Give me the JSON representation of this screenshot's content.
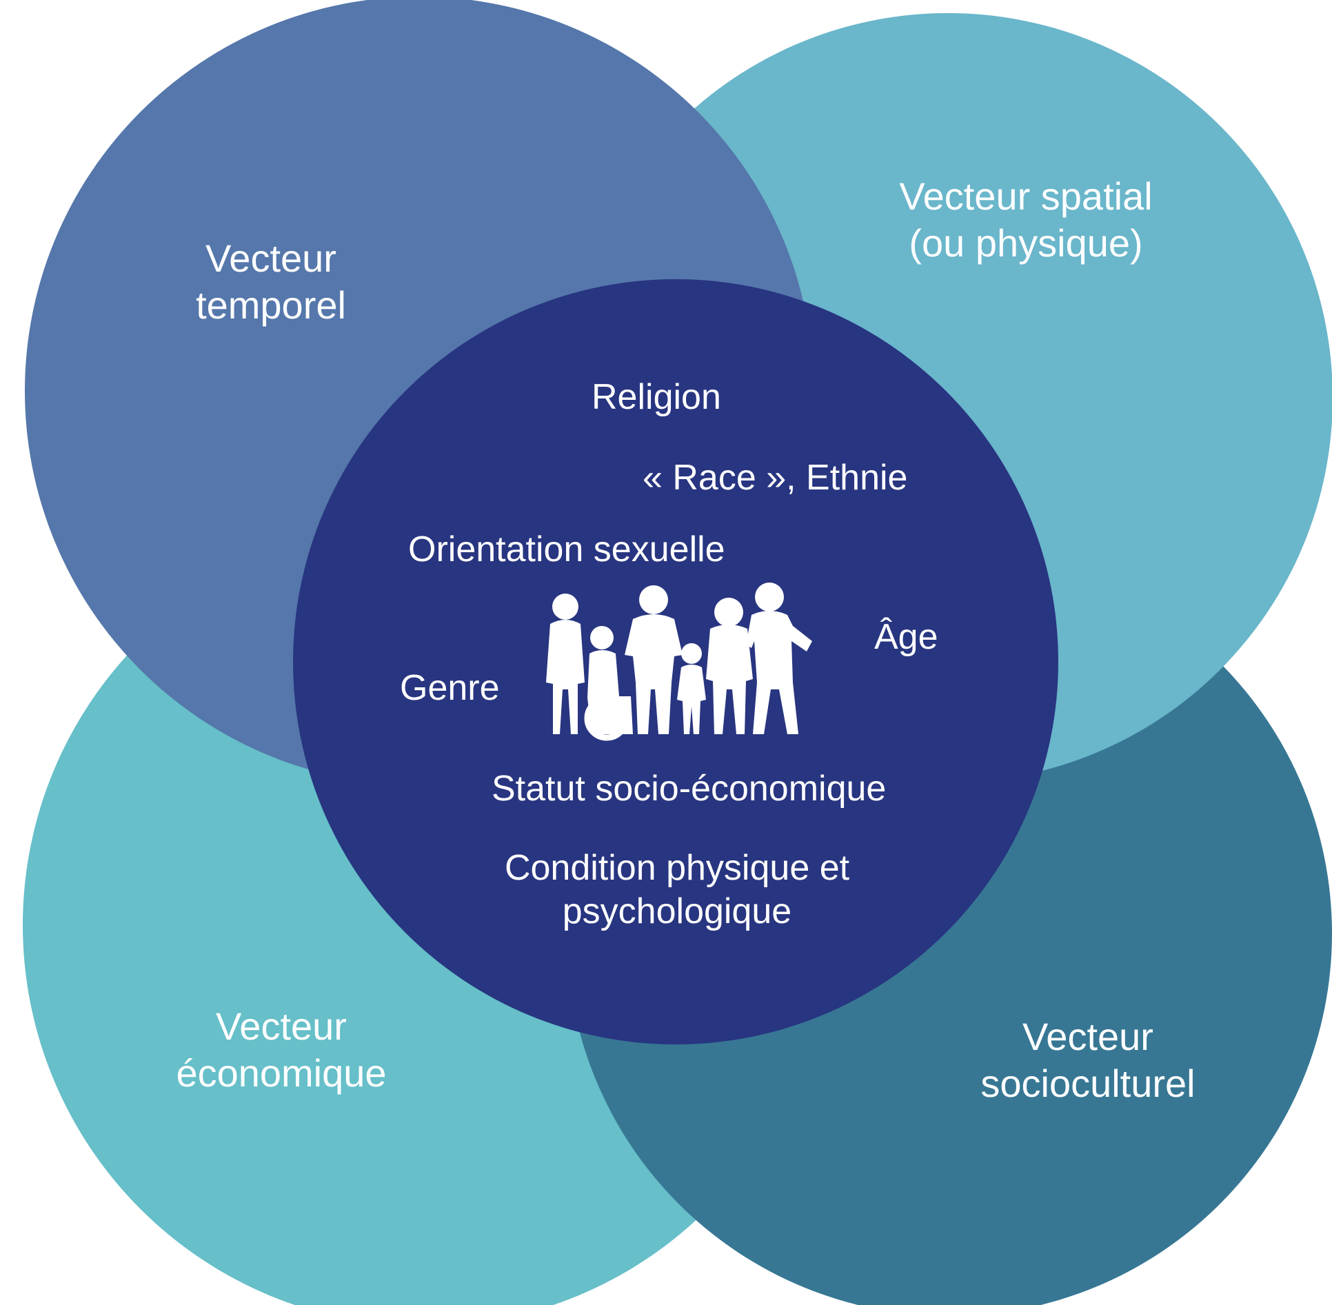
{
  "colors": {
    "temporel": "#5577AB",
    "spatial": "#6AB6CB",
    "economique": "#66BFC9",
    "socioculturel": "#377794",
    "center": "#283580",
    "text": "#FFFFFF"
  },
  "outer_circles": {
    "temporel": {
      "line1": "Vecteur",
      "line2": "temporel"
    },
    "spatial": {
      "line1": "Vecteur spatial",
      "line2": "(ou physique)"
    },
    "economique": {
      "line1": "Vecteur",
      "line2": "économique"
    },
    "socioculturel": {
      "line1": "Vecteur",
      "line2": "socioculturel"
    }
  },
  "center_circle": {
    "religion": "Religion",
    "race": "« Race », Ethnie",
    "orientation": "Orientation sexuelle",
    "age": "Âge",
    "genre": "Genre",
    "statut": "Statut socio-économique",
    "condition_line1": "Condition physique et",
    "condition_line2": "psychologique",
    "people_icon": "people-silhouettes-icon"
  }
}
